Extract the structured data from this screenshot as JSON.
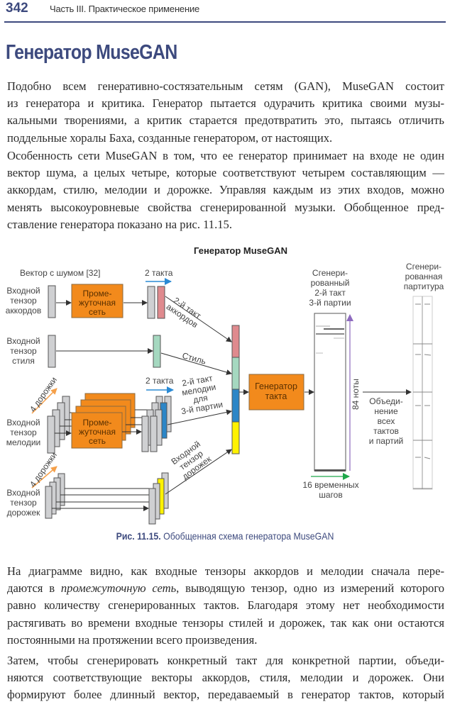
{
  "header": {
    "page_number": "342",
    "part_title": "Часть III. Практическое применение"
  },
  "section_title": "Генератор MuseGAN",
  "paragraphs": [
    {
      "lines": [
        "Подобно всем генеративно-состязательным сетям (GAN), MuseGAN состоит",
        "из генератора и критика. Генератор пытается одурачить критика своими музы-",
        "кальными творениями, а критик старается предотвратить это, пытаясь отличить",
        "поддельные хоралы Баха, созданные генератором, от настоящих."
      ]
    },
    {
      "lines": [
        "Особенность сети MuseGAN в том, что ее генератор принимает на входе не один",
        "вектор шума, а целых четыре, которые соответствуют четырем составляющим —",
        "аккордам, стилю, мелодии и дорожке. Управляя каждым из этих входов, можно",
        "менять высокоуровневые свойства сгенерированной музыки. Обобщенное пред-",
        "ставление генератора показано на рис. 11.15."
      ]
    }
  ],
  "figure": {
    "title": "Генератор MuseGAN",
    "noise_vector_label": "Вектор с шумом [32]",
    "two_bars_label": "2 такта",
    "inputs": {
      "chords": [
        "Входной",
        "тензор",
        "аккордов"
      ],
      "style": [
        "Входной",
        "тензор",
        "стиля"
      ],
      "melody": [
        "Входной",
        "тензор",
        "мелодии"
      ],
      "groove": [
        "Входной",
        "тензор",
        "дорожек"
      ]
    },
    "temporal_network": [
      "Проме-",
      "жуточная",
      "сеть"
    ],
    "four_tracks_label": "4 дорожки",
    "edge_labels": {
      "chords": [
        "2-й такт",
        "аккордов"
      ],
      "style": "Стиль",
      "melody": [
        "2-й такт",
        "мелодии",
        "для",
        "3-й партии"
      ],
      "groove": [
        "Входной",
        "тензор",
        "дорожек"
      ]
    },
    "bar_generator": [
      "Генератор",
      "такта"
    ],
    "generated_bar": [
      "Сгенери-",
      "рованный",
      "2-й такт",
      "3-й партии"
    ],
    "notes_axis": "84 ноты",
    "timesteps_axis": [
      "16 временных",
      "шагов"
    ],
    "combine_label": [
      "Объеди-",
      "нение",
      "всех",
      "тактов",
      "и партий"
    ],
    "generated_score": [
      "Сгенери-",
      "рованная",
      "партитура"
    ],
    "colors": {
      "orange": "#f28a1c",
      "chords": "#df8a8e",
      "style": "#a5d8c0",
      "melody": "#2c86c7",
      "groove": "#fff200",
      "gray": "#cfd0d2",
      "arrow_blue": "#2a8ad4",
      "arrow_orange": "#f5a04a",
      "arrow_purple": "#8e6bbf",
      "arrow_green": "#1ea84a"
    }
  },
  "caption": {
    "number": "Рис. 11.15.",
    "text": "Обобщенная схема генератора MuseGAN"
  },
  "paragraphs_after": [
    {
      "lines": [
        [
          "На диаграмме видно, как входные тензоры аккордов и мелодии сначала пере-"
        ],
        [
          "даются в ",
          "промежуточную сеть",
          ", выводящую тензор, одно из измерений которого"
        ],
        [
          "равно количеству сгенерированных тактов. Благодаря этому нет необходимости"
        ],
        [
          "растягивать во времени входные тензоры стилей и дорожек, так как они остаются"
        ],
        [
          "постоянными на протяжении всего произведения."
        ]
      ]
    },
    {
      "lines": [
        [
          "Затем, чтобы сгенерировать конкретный такт для конкретной партии, объеди-"
        ],
        [
          "няются соответствующие векторы аккордов, стиля, мелодии и дорожек. Они"
        ],
        [
          "формируют более длинный вектор, передаваемый в генератор тактов, который"
        ]
      ]
    }
  ]
}
